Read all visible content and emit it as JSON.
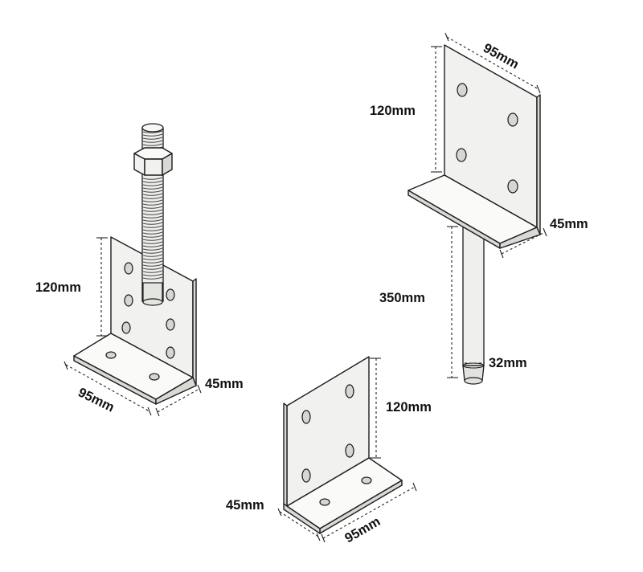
{
  "diagram": {
    "bracket_bolt": {
      "height_label": "120mm",
      "depth_label": "45mm",
      "width_label": "95mm"
    },
    "bracket_spike": {
      "width_label": "95mm",
      "height_label": "120mm",
      "depth_label": "45mm",
      "spike_length_label": "350mm",
      "spike_diameter_label": "32mm"
    },
    "bracket_plain": {
      "height_label": "120mm",
      "depth_label": "45mm",
      "width_label": "95mm"
    }
  }
}
